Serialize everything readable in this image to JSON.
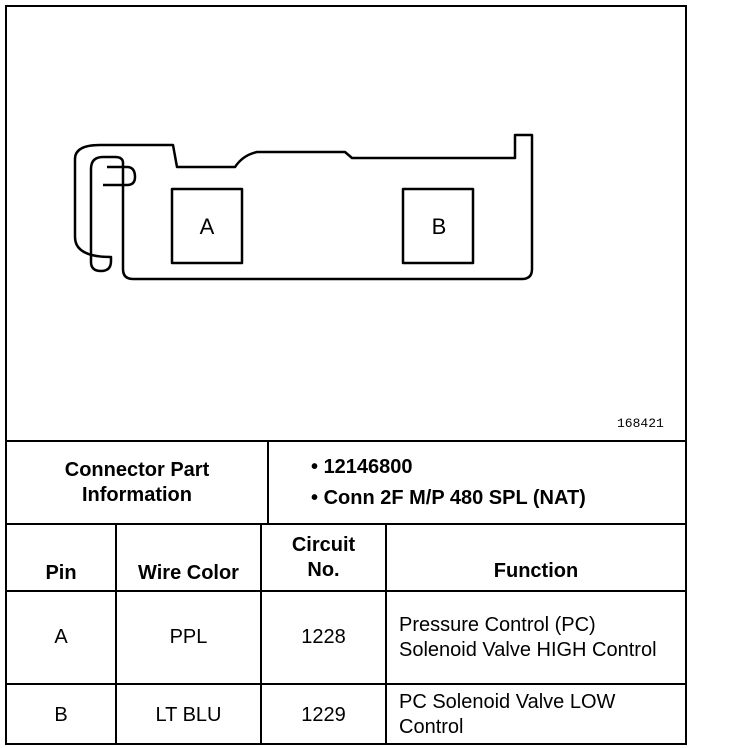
{
  "diagram": {
    "pin_labels": [
      "A",
      "B"
    ],
    "figure_number": "168421"
  },
  "part_info": {
    "label": "Connector Part Information",
    "items": [
      "12146800",
      "Conn 2F M/P 480 SPL (NAT)"
    ]
  },
  "table": {
    "headers": {
      "pin": "Pin",
      "wire_color": "Wire Color",
      "circuit_no": "Circuit No.",
      "function": "Function"
    },
    "rows": [
      {
        "pin": "A",
        "wire_color": "PPL",
        "circuit_no": "1228",
        "function": "Pressure Control (PC) Solenoid Valve HIGH Control"
      },
      {
        "pin": "B",
        "wire_color": "LT BLU",
        "circuit_no": "1229",
        "function": "PC Solenoid Valve LOW Control"
      }
    ]
  }
}
